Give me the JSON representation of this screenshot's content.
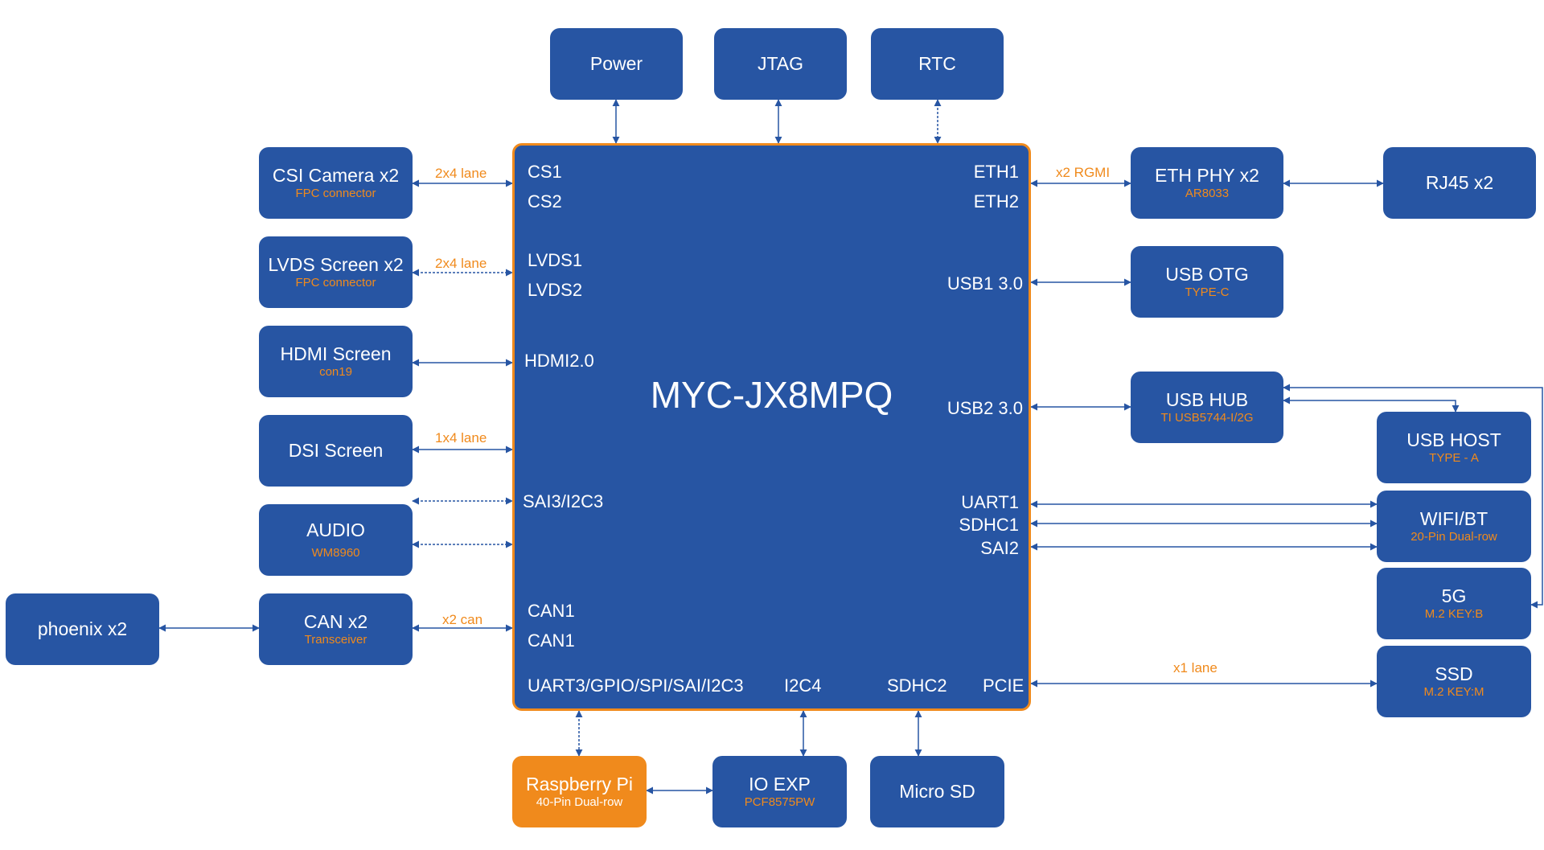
{
  "soc": {
    "title": "MYC-JX8MPQ"
  },
  "top_blocks": {
    "power": "Power",
    "jtag": "JTAG",
    "rtc": "RTC"
  },
  "left_blocks": {
    "csi_camera": {
      "title": "CSI Camera x2",
      "sub": "FPC  connector"
    },
    "lvds_screen": {
      "title": "LVDS Screen x2",
      "sub": "FPC  connector"
    },
    "hdmi_screen": {
      "title": "HDMI Screen",
      "sub": "con19"
    },
    "dsi_screen": {
      "title": "DSI Screen"
    },
    "audio": {
      "title": "AUDIO",
      "sub": "WM8960"
    },
    "can": {
      "title": "CAN x2",
      "sub": "Transceiver"
    },
    "phoenix": {
      "title": "phoenix x2"
    }
  },
  "right_blocks": {
    "eth_phy": {
      "title": "ETH PHY x2",
      "sub": "AR8033"
    },
    "rj45": {
      "title": "RJ45 x2"
    },
    "usb_otg": {
      "title": "USB OTG",
      "sub": "TYPE-C"
    },
    "usb_hub": {
      "title": "USB HUB",
      "sub": "TI  USB5744-I/2G"
    },
    "usb_host": {
      "title": "USB HOST",
      "sub": "TYPE - A"
    },
    "wifi_bt": {
      "title": "WIFI/BT",
      "sub": "20-Pin Dual-row"
    },
    "fiveg": {
      "title": "5G",
      "sub": "M.2 KEY:B"
    },
    "ssd": {
      "title": "SSD",
      "sub": "M.2 KEY:M"
    }
  },
  "bottom_blocks": {
    "raspberry_pi": {
      "title": "Raspberry Pi",
      "sub": "40-Pin Dual-row"
    },
    "io_exp": {
      "title": "IO  EXP",
      "sub": "PCF8575PW"
    },
    "micro_sd": {
      "title": "Micro SD"
    }
  },
  "ports": {
    "cs1": "CS1",
    "cs2": "CS2",
    "lvds1": "LVDS1",
    "lvds2": "LVDS2",
    "hdmi": "HDMI2.0",
    "sai3": "SAI3/I2C3",
    "can1a": "CAN1",
    "can1b": "CAN1",
    "uart3": "UART3/GPIO/SPI/SAI/I2C3",
    "i2c4": "I2C4",
    "sdhc2": "SDHC2",
    "pcie": "PCIE",
    "eth1": "ETH1",
    "eth2": "ETH2",
    "usb1": "USB1 3.0",
    "usb2": "USB2 3.0",
    "uart1": "UART1",
    "sdhc1": "SDHC1",
    "sai2": "SAI2"
  },
  "link_labels": {
    "csi": "2x4 lane",
    "lvds": "2x4 lane",
    "dsi": "1x4 lane",
    "can": "x2 can",
    "eth": "x2 RGMI",
    "pcie": "x1 lane"
  },
  "colors": {
    "block": "#2755a3",
    "accent": "#f08a1c",
    "connector": "#2755a3",
    "text": "#ffffff"
  }
}
